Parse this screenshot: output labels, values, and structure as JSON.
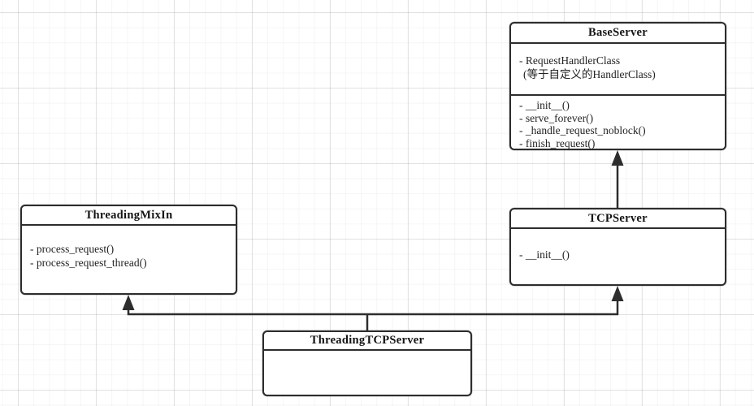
{
  "diagram": {
    "kind": "uml-class-diagram",
    "classes": [
      {
        "name": "BaseServer",
        "attributes": [
          "- RequestHandlerClass",
          "(等于自定义的HandlerClass)"
        ],
        "methods": [
          "- __init__()",
          "- serve_forever()",
          "- _handle_request_noblock()",
          "- finish_request()"
        ]
      },
      {
        "name": "ThreadingMixIn",
        "attributes": [],
        "methods": [
          "- process_request()",
          "- process_request_thread()"
        ]
      },
      {
        "name": "TCPServer",
        "attributes": [],
        "methods": [
          "- __init__()"
        ]
      },
      {
        "name": "ThreadingTCPServer",
        "attributes": [],
        "methods": []
      }
    ],
    "relations": [
      {
        "from": "TCPServer",
        "to": "BaseServer",
        "type": "inheritance"
      },
      {
        "from": "ThreadingTCPServer",
        "to": "ThreadingMixIn",
        "type": "inheritance"
      },
      {
        "from": "ThreadingTCPServer",
        "to": "TCPServer",
        "type": "inheritance"
      }
    ],
    "colors": {
      "line": "#2d2d2d",
      "box_background": "#ffffff",
      "text": "#1c1c1c",
      "grid_minor": "#f4f4f4",
      "grid_major": "#e9e9e9"
    }
  }
}
